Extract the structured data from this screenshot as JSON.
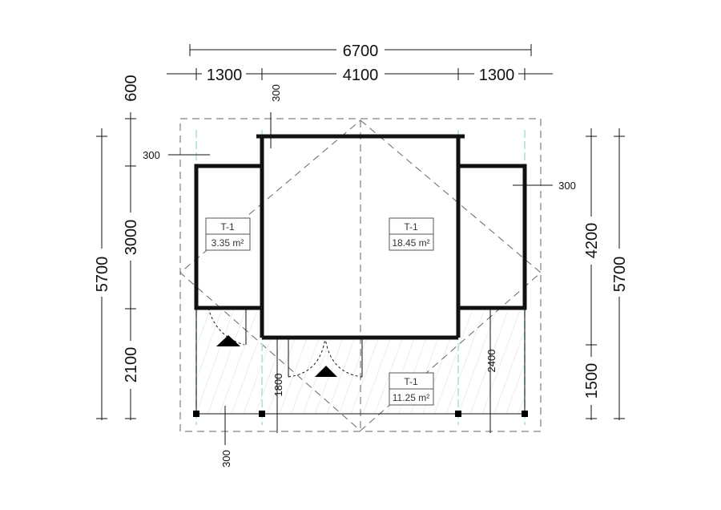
{
  "dimensions": {
    "total_width": "6700",
    "left_wing": "1300",
    "center": "4100",
    "right_wing": "1300",
    "left_total": "5700",
    "left_overhang": "600",
    "left_room": "3000",
    "left_terrace": "2100",
    "right_room": "4200",
    "right_terrace": "1500",
    "right_total": "5700",
    "wall_top": "300",
    "wall_left": "300",
    "wall_right": "300",
    "wall_bottom": "300",
    "door_depth": "1800",
    "terrace_depth": "2400"
  },
  "rooms": [
    {
      "code": "T-1",
      "area": "3.35 m²"
    },
    {
      "code": "T-1",
      "area": "18.45 m²"
    },
    {
      "code": "T-1",
      "area": "11.25 m²"
    }
  ]
}
